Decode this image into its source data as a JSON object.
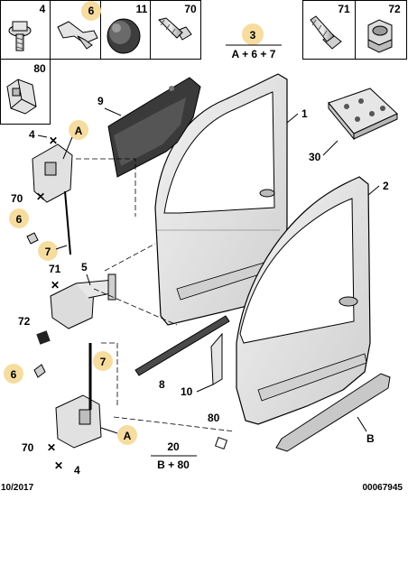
{
  "parts_panel": {
    "top_row": [
      "4",
      "6",
      "11",
      "70"
    ],
    "top_right": [
      "71",
      "72"
    ],
    "second_row": [
      "80"
    ]
  },
  "groups": {
    "g3": {
      "label": "3",
      "formula": "A + 6 + 7"
    },
    "g20": {
      "label": "20",
      "formula": "B + 80"
    }
  },
  "callouts": {
    "c1": "1",
    "c2": "2",
    "c9": "9",
    "c30": "30",
    "c4a": "4",
    "cAa": "A",
    "c70a": "70",
    "c6a": "6",
    "c7a": "7",
    "c71": "71",
    "c5": "5",
    "c72": "72",
    "c6b": "6",
    "c7b": "7",
    "c8": "8",
    "c10": "10",
    "c70b": "70",
    "cAb": "A",
    "c4b": "4",
    "c80": "80",
    "cB": "B"
  },
  "footer": {
    "date": "10/2017",
    "ref": "00067945"
  },
  "colors": {
    "highlight": "#f7dca0",
    "line": "#000000",
    "part_fill": "#e9e9e9",
    "part_shade": "#bdbdbd",
    "panel_dark": "#3a3a3a"
  }
}
